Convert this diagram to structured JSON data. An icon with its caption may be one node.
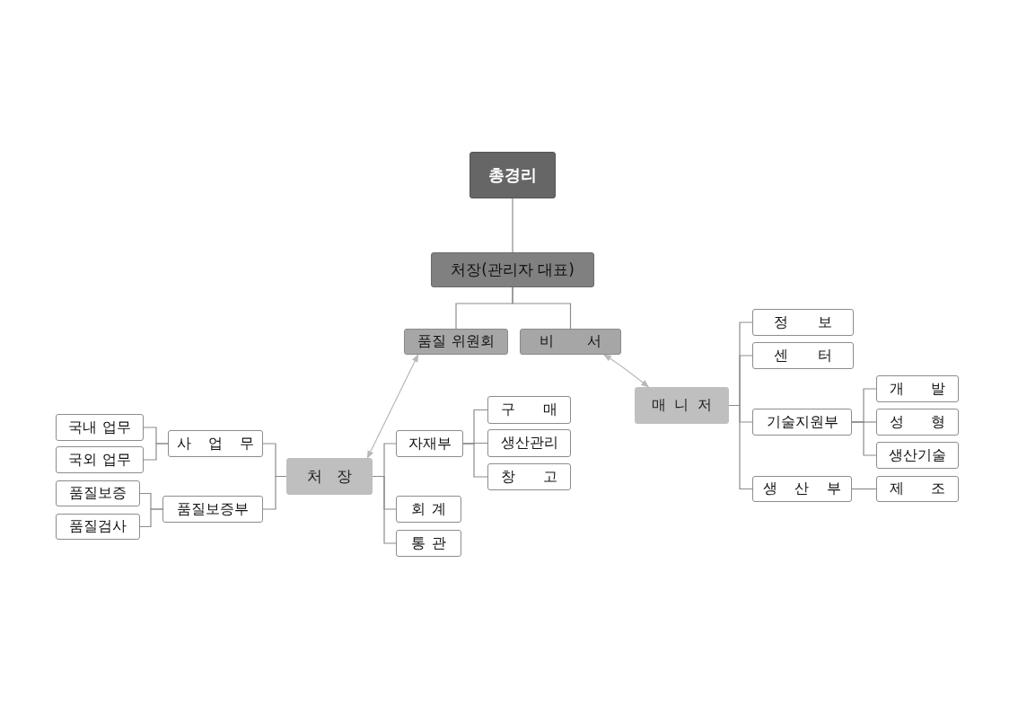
{
  "diagram": {
    "nodes": [
      {
        "text": [
          "총경리"
        ]
      },
      {
        "text": [
          "처장(관리자 대표)"
        ]
      },
      {
        "text": [
          "품질 위원회"
        ]
      },
      {
        "text": [
          "비 서"
        ]
      },
      {
        "text": [
          "처 장"
        ]
      },
      {
        "text": [
          "사 업 무"
        ]
      },
      {
        "text": [
          "국내 업무"
        ]
      },
      {
        "text": [
          "국외 업무"
        ]
      },
      {
        "text": [
          "품질보증부"
        ]
      },
      {
        "text": [
          "품질보증"
        ]
      },
      {
        "text": [
          "품질검사"
        ]
      },
      {
        "text": [
          "자재부"
        ]
      },
      {
        "text": [
          "구 매"
        ]
      },
      {
        "text": [
          "생산관리"
        ]
      },
      {
        "text": [
          "창 고"
        ]
      },
      {
        "text": [
          "회 계"
        ]
      },
      {
        "text": [
          "통 관"
        ]
      },
      {
        "text": [
          "매 니 저"
        ]
      },
      {
        "text": [
          "정 보"
        ]
      },
      {
        "text": [
          "센 터"
        ]
      },
      {
        "text": [
          "기술지원부"
        ]
      },
      {
        "text": [
          "개 발"
        ]
      },
      {
        "text": [
          "성 형"
        ]
      },
      {
        "text": [
          "생산기술"
        ]
      },
      {
        "text": [
          "생 산 부"
        ]
      },
      {
        "text": [
          "제 조"
        ]
      }
    ],
    "edges": [
      {
        "from": 0,
        "to": 1,
        "arrow": "none"
      },
      {
        "from": 1,
        "to": 2,
        "arrow": "none"
      },
      {
        "from": 1,
        "to": 3,
        "arrow": "none"
      },
      {
        "from": 2,
        "to": 4,
        "arrow": "both",
        "color": "#b8b8b8"
      },
      {
        "from": 3,
        "to": 17,
        "arrow": "both",
        "color": "#b8b8b8"
      },
      {
        "from": 4,
        "to": 5,
        "arrow": "none"
      },
      {
        "from": 5,
        "to": 6,
        "arrow": "none"
      },
      {
        "from": 5,
        "to": 7,
        "arrow": "none"
      },
      {
        "from": 4,
        "to": 8,
        "arrow": "none"
      },
      {
        "from": 8,
        "to": 9,
        "arrow": "none"
      },
      {
        "from": 8,
        "to": 10,
        "arrow": "none"
      },
      {
        "from": 4,
        "to": 11,
        "arrow": "none"
      },
      {
        "from": 11,
        "to": 12,
        "arrow": "none"
      },
      {
        "from": 11,
        "to": 13,
        "arrow": "none"
      },
      {
        "from": 11,
        "to": 14,
        "arrow": "none"
      },
      {
        "from": 4,
        "to": 15,
        "arrow": "none"
      },
      {
        "from": 4,
        "to": 16,
        "arrow": "none"
      },
      {
        "from": 17,
        "to": 18,
        "arrow": "none"
      },
      {
        "from": 17,
        "to": 19,
        "arrow": "none"
      },
      {
        "from": 17,
        "to": 20,
        "arrow": "none"
      },
      {
        "from": 20,
        "to": 21,
        "arrow": "none"
      },
      {
        "from": 20,
        "to": 22,
        "arrow": "none"
      },
      {
        "from": 20,
        "to": 23,
        "arrow": "none"
      },
      {
        "from": 17,
        "to": 24,
        "arrow": "none"
      },
      {
        "from": 24,
        "to": 25,
        "arrow": "none"
      }
    ]
  }
}
